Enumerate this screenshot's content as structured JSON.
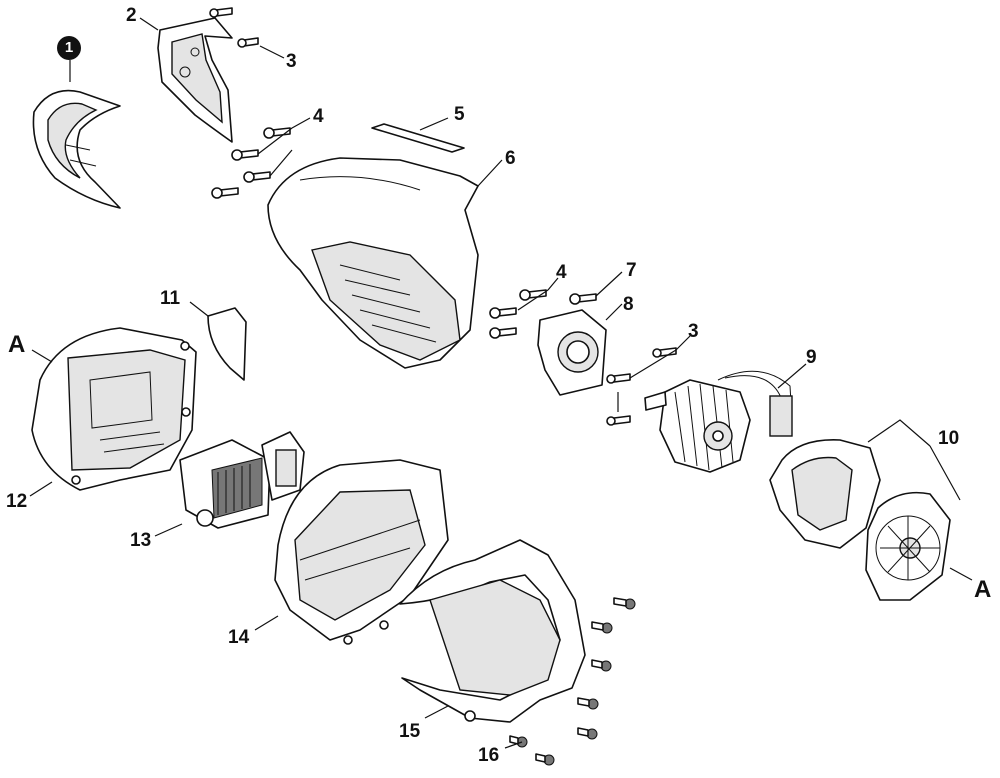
{
  "diagram": {
    "labels": {
      "p1": "1",
      "p2": "2",
      "p3a": "3",
      "p3b": "3",
      "p4a": "4",
      "p4b": "4",
      "p5": "5",
      "p6": "6",
      "p7": "7",
      "p8": "8",
      "p9": "9",
      "p10": "10",
      "p11": "11",
      "p12": "12",
      "p13": "13",
      "p14": "14",
      "p15": "15",
      "p16": "16",
      "ref_left": "A",
      "ref_right": "A"
    }
  }
}
